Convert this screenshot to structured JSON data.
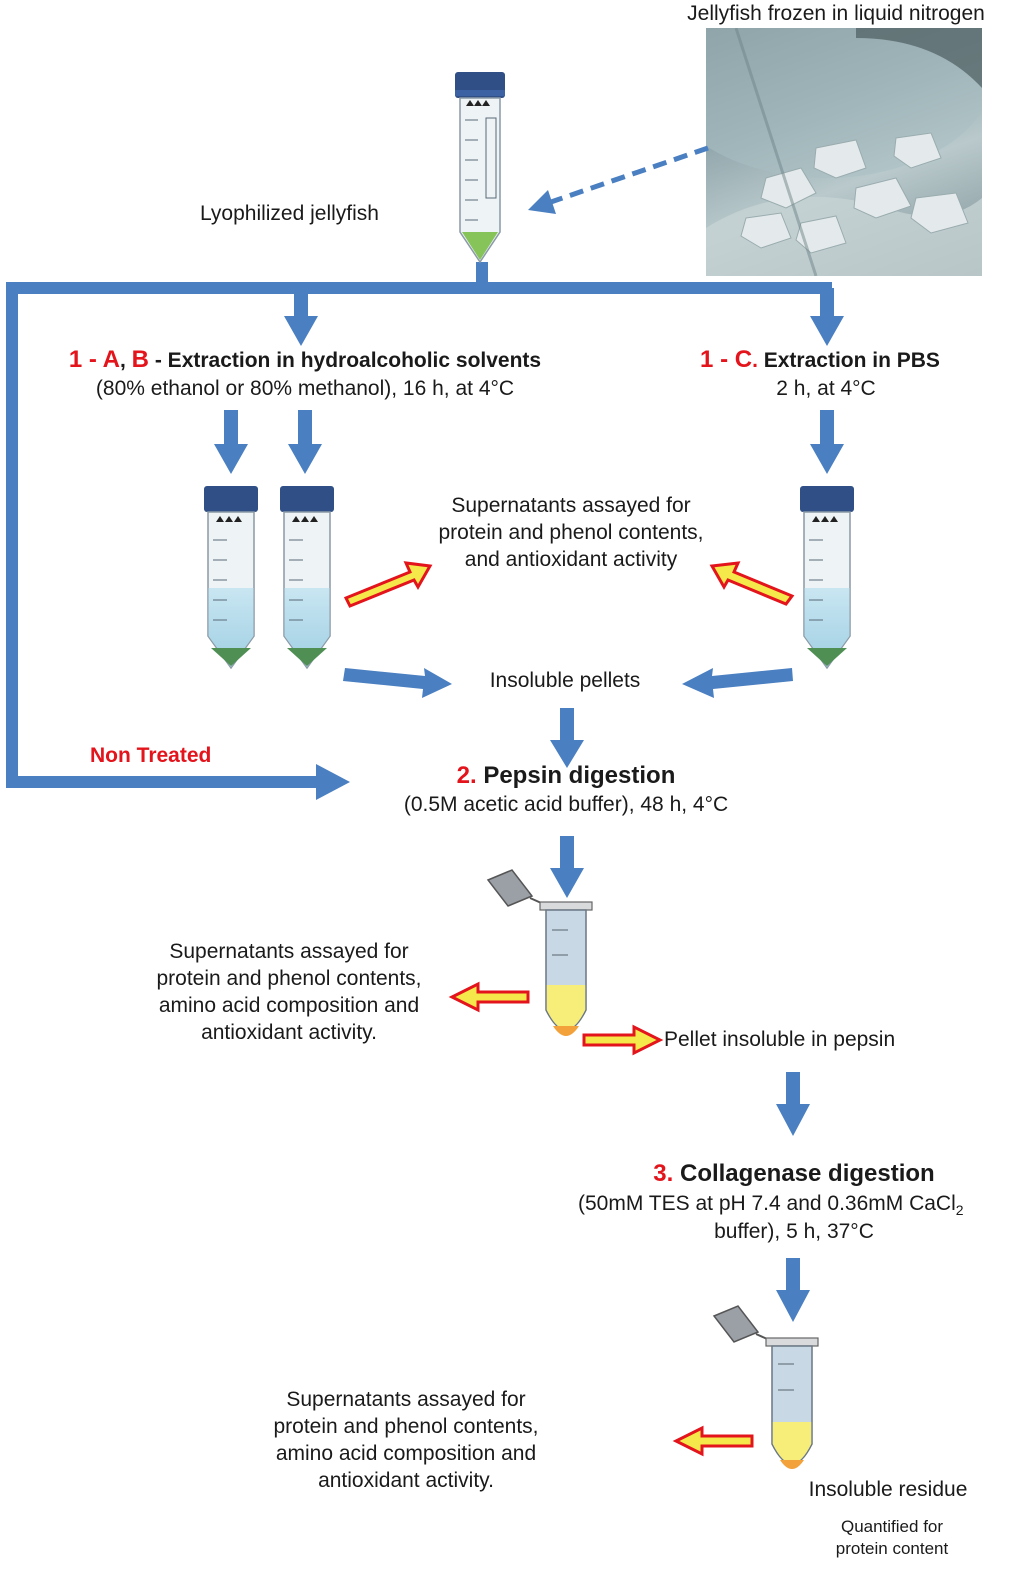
{
  "photo": {
    "caption": "Jellyfish frozen in liquid nitrogen"
  },
  "lyophilized": {
    "label": "Lyophilized jellyfish"
  },
  "step1ab": {
    "num": "1 - A",
    "sep": ", ",
    "letter_b": "B",
    "title": " - Extraction in hydroalcoholic solvents",
    "conditions": "(80% ethanol or 80% methanol), 16 h, at 4°C"
  },
  "step1c": {
    "num": "1 - C",
    "dot": ".",
    "title": " Extraction in PBS",
    "conditions": "2 h, at 4°C"
  },
  "supernatant1": {
    "line1": "Supernatants assayed for",
    "line2": "protein and phenol contents,",
    "line3": "and antioxidant activity"
  },
  "pellets": {
    "label": "Insoluble pellets"
  },
  "non_treated": {
    "label": "Non Treated"
  },
  "step2": {
    "num": "2.",
    "title": " Pepsin digestion",
    "conditions": "(0.5M acetic acid buffer), 48 h,  4°C"
  },
  "supernatant2": {
    "line1": "Supernatants assayed for",
    "line2": "protein and phenol contents,",
    "line3": "amino acid composition and",
    "line4": "antioxidant activity."
  },
  "pepsin_pellet": {
    "label": "Pellet insoluble in pepsin"
  },
  "step3": {
    "num": "3.",
    "title": " Collagenase digestion",
    "conditions_a": "(50mM TES at pH 7.4 and 0.36mM CaCl",
    "conditions_sub": "2",
    "conditions_b": "buffer), 5 h,  37°C"
  },
  "supernatant3": {
    "line1": "Supernatants assayed for",
    "line2": "protein and phenol contents,",
    "line3": "amino acid composition and",
    "line4": "antioxidant activity."
  },
  "residue": {
    "label": "Insoluble residue"
  },
  "quantified": {
    "line1": "Quantified for",
    "line2": "protein content"
  },
  "colors": {
    "blue_arrow": "#4a7fc1",
    "red_text": "#e3141b",
    "hollow_fill": "#f5e84a",
    "hollow_stroke": "#e3141b"
  }
}
